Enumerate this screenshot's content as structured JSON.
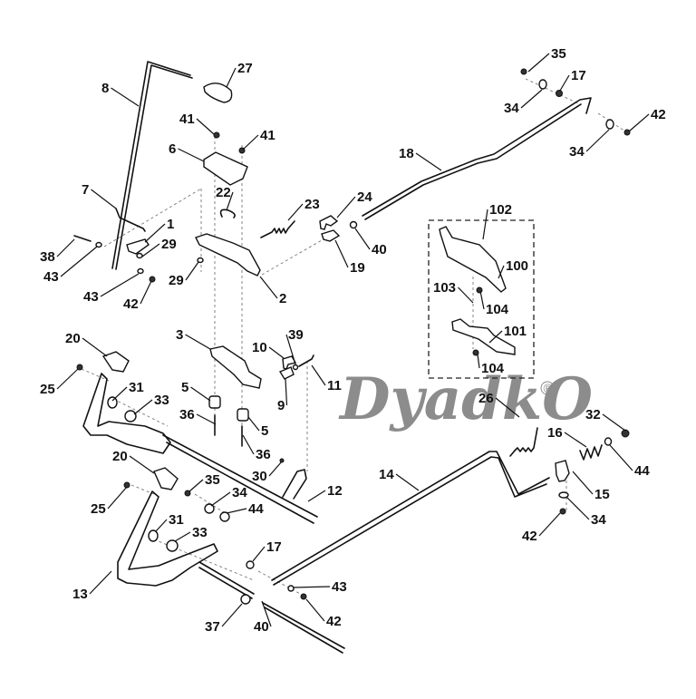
{
  "diagram": {
    "title": "Control linkage exploded parts diagram",
    "watermark": "DyadkO",
    "watermark_mark": "®",
    "callouts": [
      {
        "id": "c8",
        "text": "8"
      },
      {
        "id": "c27",
        "text": "27"
      },
      {
        "id": "c41a",
        "text": "41"
      },
      {
        "id": "c41b",
        "text": "41"
      },
      {
        "id": "c6",
        "text": "6"
      },
      {
        "id": "c22",
        "text": "22"
      },
      {
        "id": "c7",
        "text": "7"
      },
      {
        "id": "c1",
        "text": "1"
      },
      {
        "id": "c38",
        "text": "38"
      },
      {
        "id": "c29a",
        "text": "29"
      },
      {
        "id": "c43a",
        "text": "43"
      },
      {
        "id": "c43b",
        "text": "43"
      },
      {
        "id": "c42a",
        "text": "42"
      },
      {
        "id": "c29b",
        "text": "29"
      },
      {
        "id": "c23",
        "text": "23"
      },
      {
        "id": "c2",
        "text": "2"
      },
      {
        "id": "c24",
        "text": "24"
      },
      {
        "id": "c40a",
        "text": "40"
      },
      {
        "id": "c19",
        "text": "19"
      },
      {
        "id": "c18",
        "text": "18"
      },
      {
        "id": "c35a",
        "text": "35"
      },
      {
        "id": "c17a",
        "text": "17"
      },
      {
        "id": "c34a",
        "text": "34"
      },
      {
        "id": "c34b",
        "text": "34"
      },
      {
        "id": "c42b",
        "text": "42"
      },
      {
        "id": "c102",
        "text": "102"
      },
      {
        "id": "c100",
        "text": "100"
      },
      {
        "id": "c103",
        "text": "103"
      },
      {
        "id": "c104a",
        "text": "104"
      },
      {
        "id": "c101",
        "text": "101"
      },
      {
        "id": "c104b",
        "text": "104"
      },
      {
        "id": "c20a",
        "text": "20"
      },
      {
        "id": "c25a",
        "text": "25"
      },
      {
        "id": "c3",
        "text": "3"
      },
      {
        "id": "c10",
        "text": "10"
      },
      {
        "id": "c39",
        "text": "39"
      },
      {
        "id": "c11",
        "text": "11"
      },
      {
        "id": "c9",
        "text": "9"
      },
      {
        "id": "c31a",
        "text": "31"
      },
      {
        "id": "c33a",
        "text": "33"
      },
      {
        "id": "c5a",
        "text": "5"
      },
      {
        "id": "c36a",
        "text": "36"
      },
      {
        "id": "c5b",
        "text": "5"
      },
      {
        "id": "c36b",
        "text": "36"
      },
      {
        "id": "c30",
        "text": "30"
      },
      {
        "id": "c12",
        "text": "12"
      },
      {
        "id": "c26",
        "text": "26"
      },
      {
        "id": "c32",
        "text": "32"
      },
      {
        "id": "c16",
        "text": "16"
      },
      {
        "id": "c44a",
        "text": "44"
      },
      {
        "id": "c15",
        "text": "15"
      },
      {
        "id": "c14",
        "text": "14"
      },
      {
        "id": "c34c",
        "text": "34"
      },
      {
        "id": "c42c",
        "text": "42"
      },
      {
        "id": "c20b",
        "text": "20"
      },
      {
        "id": "c25b",
        "text": "25"
      },
      {
        "id": "c35b",
        "text": "35"
      },
      {
        "id": "c34d",
        "text": "34"
      },
      {
        "id": "c44b",
        "text": "44"
      },
      {
        "id": "c31b",
        "text": "31"
      },
      {
        "id": "c33b",
        "text": "33"
      },
      {
        "id": "c17b",
        "text": "17"
      },
      {
        "id": "c13",
        "text": "13"
      },
      {
        "id": "c43c",
        "text": "43"
      },
      {
        "id": "c42d",
        "text": "42"
      },
      {
        "id": "c37",
        "text": "37"
      },
      {
        "id": "c40b",
        "text": "40"
      }
    ]
  }
}
